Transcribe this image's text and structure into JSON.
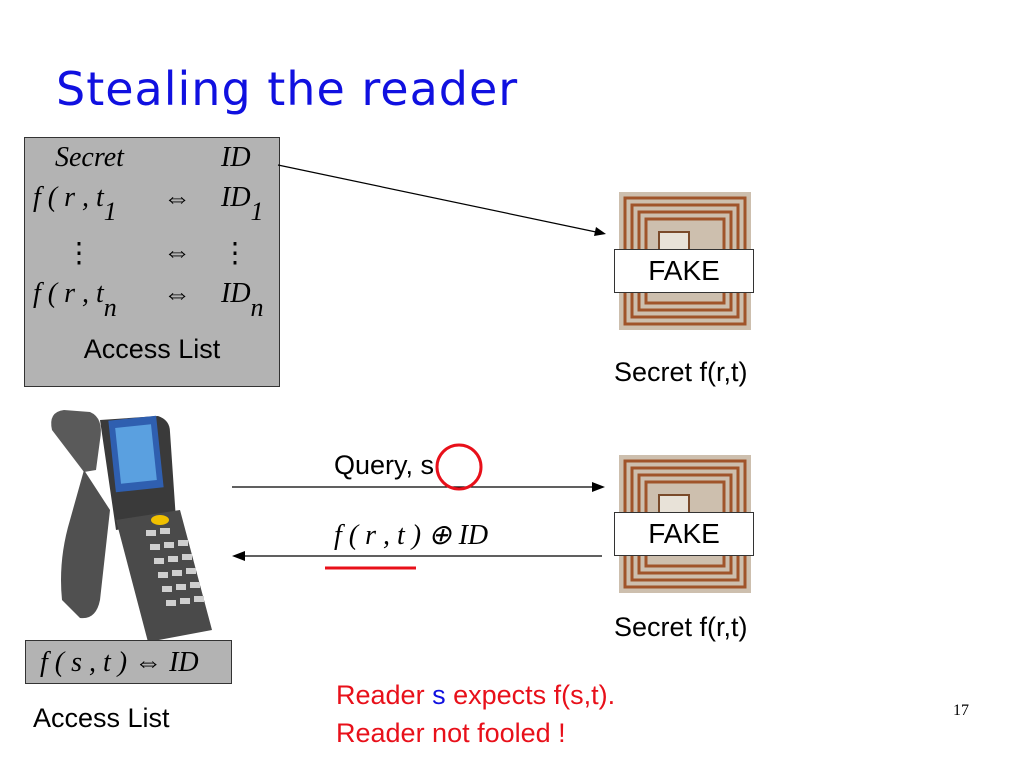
{
  "slide": {
    "title": "Stealing the reader",
    "page_number": "17"
  },
  "access_table": {
    "header_secret": "Secret",
    "header_id": "ID",
    "row1_left": "f ( r , t",
    "row1_sub": "1",
    "row1_right": "ID",
    "row1_right_sub": "1",
    "row_ellipsis_left": "⋮",
    "row_ellipsis_right": "⋮",
    "rown_left": "f ( r , t",
    "rown_sub": "n",
    "rown_right": "ID",
    "rown_right_sub": "n",
    "equiv": "⇔",
    "label": "Access List"
  },
  "tags": {
    "top": {
      "badge": "FAKE",
      "caption": "Secret f(r,t)"
    },
    "bottom": {
      "badge": "FAKE",
      "caption": "Secret f(r,t)"
    }
  },
  "messages": {
    "query": "Query,",
    "query_param": "s",
    "response": "f ( r , t ) ⊕ ID"
  },
  "reader_access": {
    "formula": "f ( s , t ) ⇔ ID",
    "label": "Access List"
  },
  "conclusion": {
    "line1_prefix": "Reader ",
    "line1_var": "s",
    "line1_suffix": " expects f(s,t).",
    "line2": "Reader not fooled !"
  },
  "colors": {
    "title": "#1010e0",
    "red": "#e8101a",
    "box_gray": "#b3b3b3"
  }
}
